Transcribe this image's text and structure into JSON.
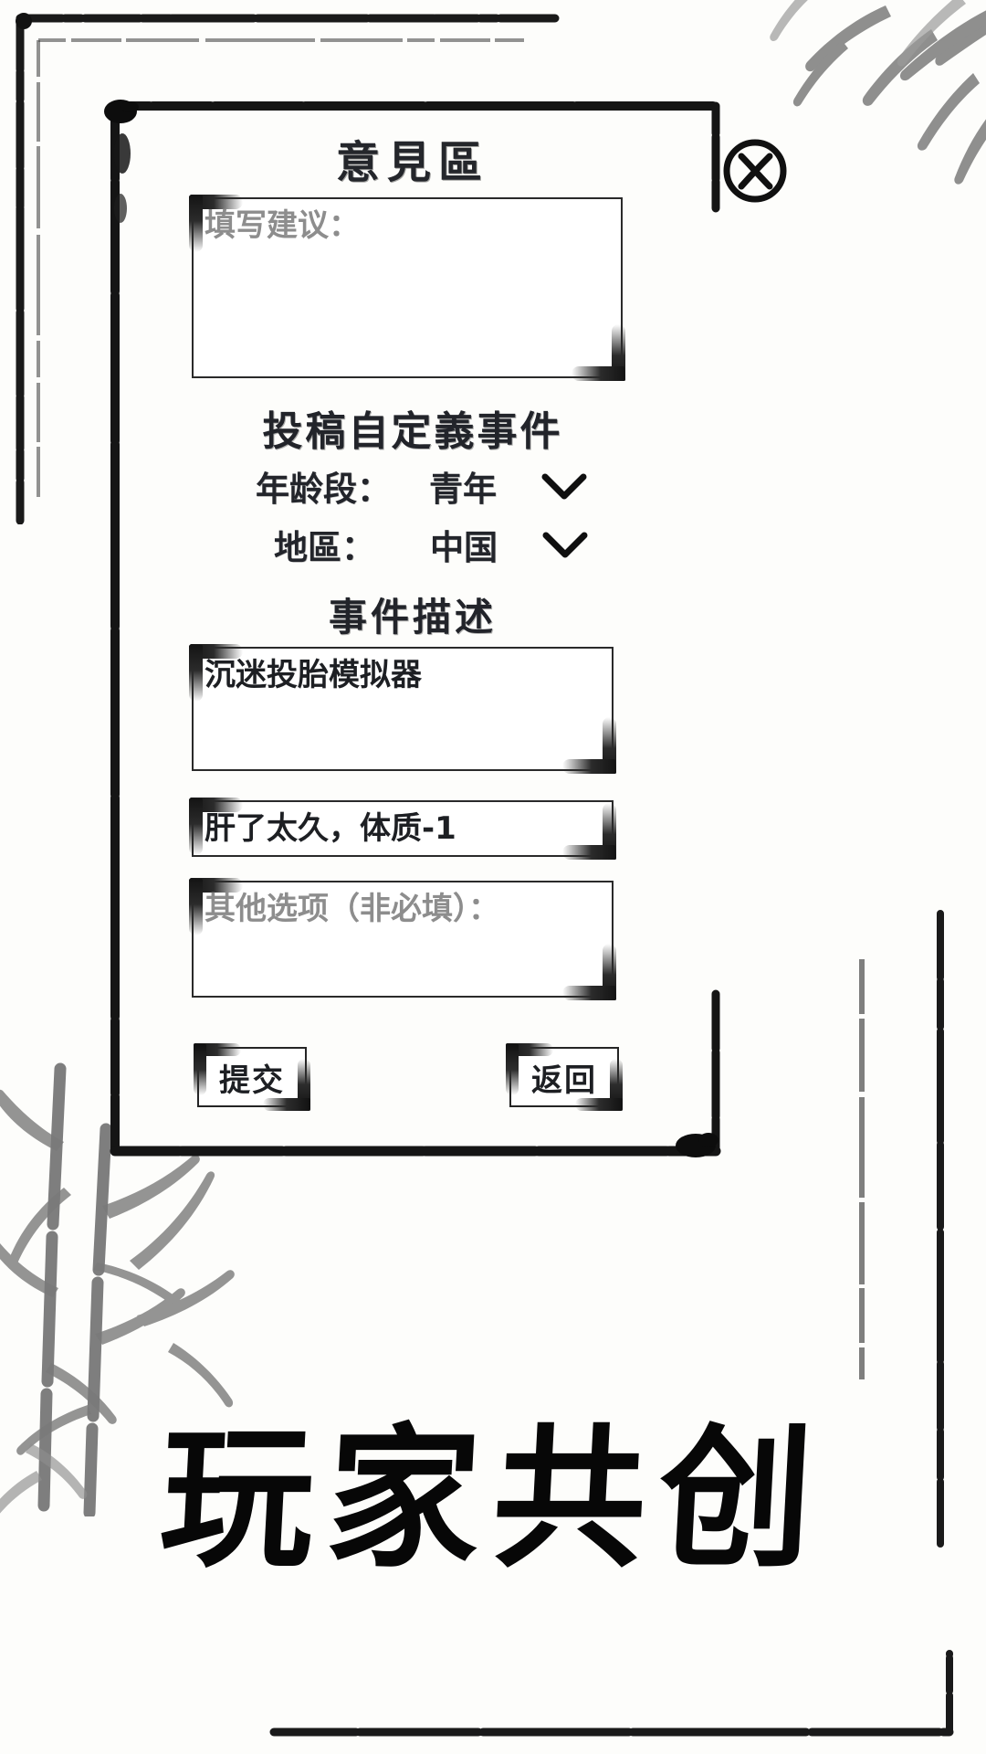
{
  "window": {
    "title": "意見區",
    "close_icon": "close-circle-icon"
  },
  "feedback": {
    "placeholder": "填写建议："
  },
  "submit_section": {
    "heading": "投稿自定義事件",
    "fields": [
      {
        "label": "年龄段：",
        "value": "青年",
        "icon": "chevron-down-icon"
      },
      {
        "label": "地區：",
        "value": "中国",
        "icon": "chevron-down-icon"
      }
    ]
  },
  "event_section": {
    "heading": "事件描述",
    "inputs": [
      {
        "value": "沉迷投胎模拟器",
        "placeholder": "",
        "state": "filled"
      },
      {
        "value": "肝了太久，体质-1",
        "placeholder": "",
        "state": "filled"
      },
      {
        "value": "",
        "placeholder": "其他选项（非必填）：",
        "state": "placeholder"
      }
    ]
  },
  "actions": {
    "submit_label": "提交",
    "back_label": "返回"
  },
  "brand": {
    "title": "玩家共创"
  },
  "colors": {
    "ink": "#1d1f23",
    "placeholder": "#8d8d8d",
    "paper": "#fdfdfb",
    "border": "#2a2a2a"
  }
}
